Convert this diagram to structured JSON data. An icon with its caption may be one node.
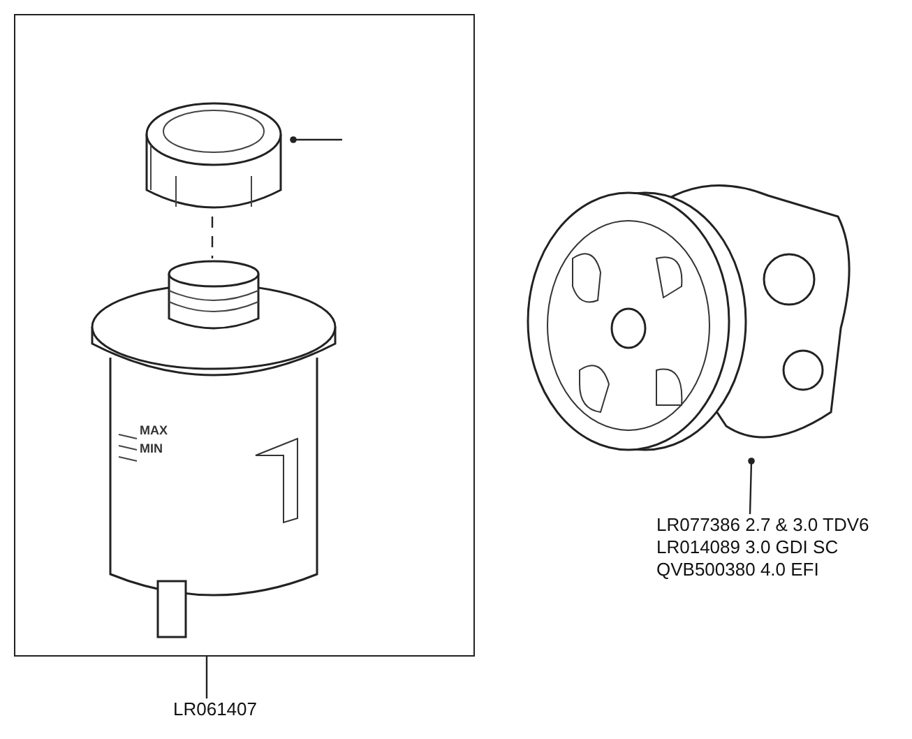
{
  "diagram": {
    "nodes": [
      {
        "text": [],
        "shape": "box"
      },
      {
        "text": [],
        "shape": "picture",
        "in": 0
      },
      {
        "text": [],
        "shape": "picture",
        "in": 0
      },
      {
        "text": [],
        "shape": "picture"
      },
      {
        "text": [
          "LR061407"
        ]
      },
      {
        "text": [
          "LR077386 2.7 & 3.0 TDV6",
          "LR014089 3.0 GDI SC",
          "QVB500380 4.0 EFI"
        ]
      }
    ],
    "edges": [
      {
        "from": 4,
        "to": 0,
        "arrow": "none"
      },
      {
        "from": 5,
        "to": 3,
        "arrow": "other"
      },
      {
        "from": null,
        "to": 1,
        "arrow": "other"
      },
      {
        "from": 1,
        "to": 2,
        "arrow": "none",
        "style": "dashed"
      }
    ],
    "labels": [
      "MAX",
      "MIN"
    ]
  }
}
